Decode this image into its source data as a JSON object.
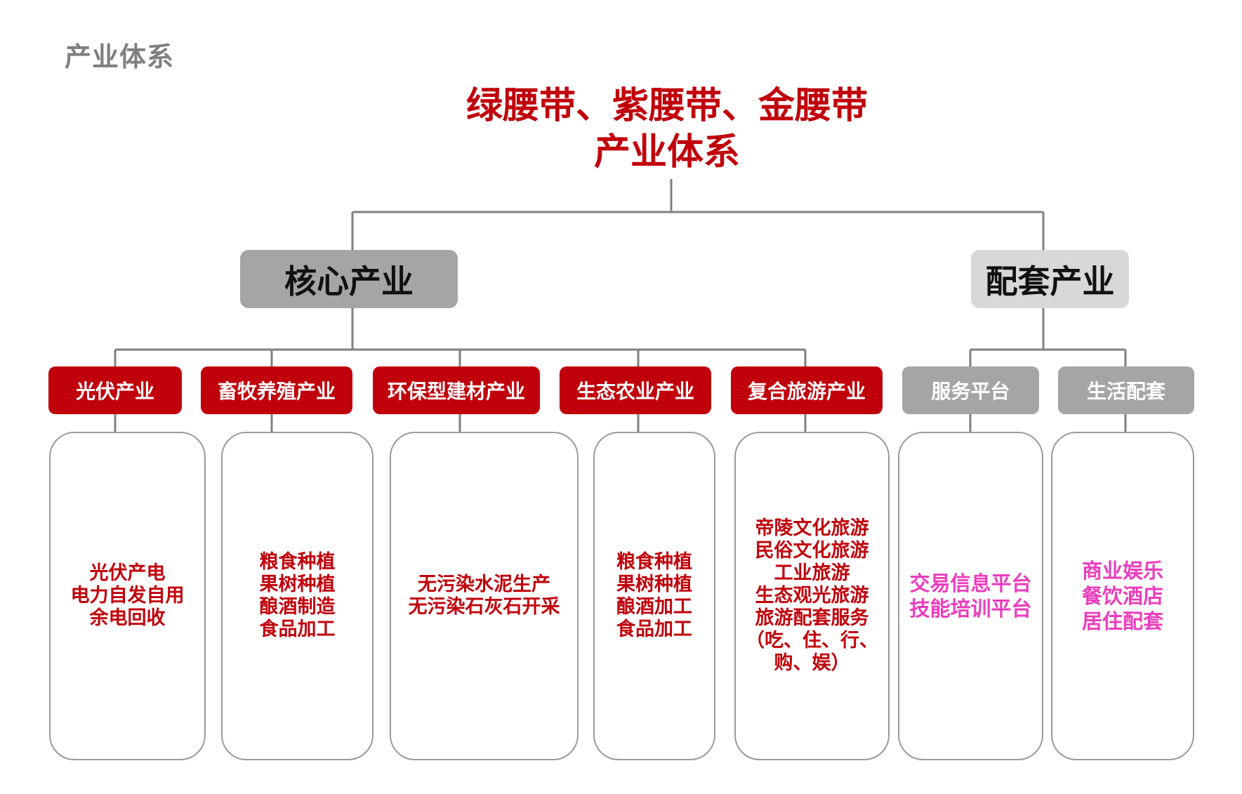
{
  "page_title": "产业体系",
  "main_title": {
    "line1": "绿腰带、紫腰带、金腰带",
    "line2": "产业体系"
  },
  "categories": {
    "core": "核心产业",
    "support": "配套产业"
  },
  "industries": [
    {
      "label": "光伏产业",
      "items": [
        "光伏产电",
        "电力自发自用",
        "余电回收"
      ]
    },
    {
      "label": "畜牧养殖产业",
      "items": [
        "粮食种植",
        "果树种植",
        "酿酒制造",
        "食品加工"
      ]
    },
    {
      "label": "环保型建材产业",
      "items": [
        "无污染水泥生产",
        "无污染石灰石开采"
      ]
    },
    {
      "label": "生态农业产业",
      "items": [
        "粮食种植",
        "果树种植",
        "酿酒加工",
        "食品加工"
      ]
    },
    {
      "label": "复合旅游产业",
      "items": [
        "帝陵文化旅游",
        "民俗文化旅游",
        "工业旅游",
        "生态观光旅游",
        "旅游配套服务",
        "（吃、住、行、",
        "购、娱）"
      ]
    },
    {
      "label": "服务平台",
      "items": [
        "交易信息平台",
        "技能培训平台"
      ]
    },
    {
      "label": "生活配套",
      "items": [
        "商业娱乐",
        "餐饮酒店",
        "居住配套"
      ]
    }
  ],
  "colors": {
    "accent_red": "#c0000b",
    "accent_pink": "#ea3dbd",
    "gray_title": "#7f7f7f",
    "connector": "#7f7f7f"
  }
}
